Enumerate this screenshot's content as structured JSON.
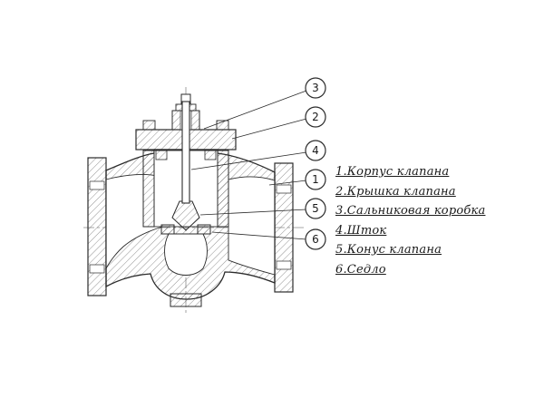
{
  "diagram": {
    "description": "Cross-section technical drawing of a flanged globe valve",
    "callouts": [
      {
        "num": "3"
      },
      {
        "num": "2"
      },
      {
        "num": "4"
      },
      {
        "num": "1"
      },
      {
        "num": "5"
      },
      {
        "num": "6"
      }
    ]
  },
  "legend": {
    "items": [
      {
        "label": "1.Корпус клапана"
      },
      {
        "label": "2.Крышка клапана"
      },
      {
        "label": "3.Сальниковая коробка"
      },
      {
        "label": "4.Шток"
      },
      {
        "label": "5.Конус клапана"
      },
      {
        "label": "6.Седло"
      }
    ]
  }
}
